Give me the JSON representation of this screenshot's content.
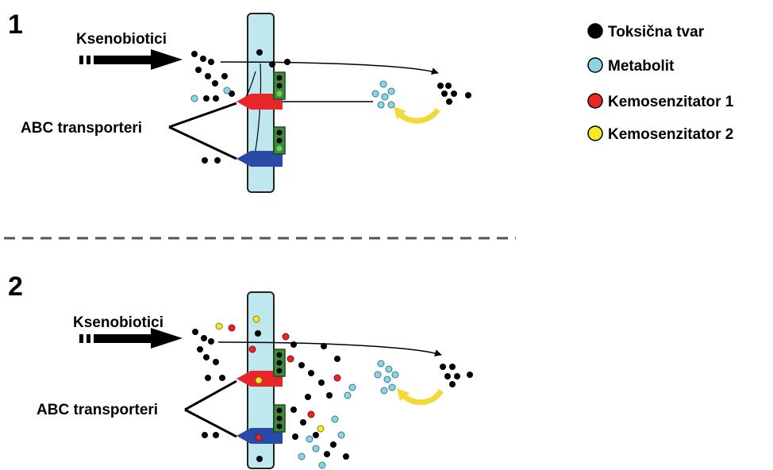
{
  "panels": [
    {
      "number": "1",
      "xeno_label": "Ksenobiotici",
      "abc_label": "ABC transporteri"
    },
    {
      "number": "2",
      "xeno_label": "Ksenobiotici",
      "abc_label": "ABC transporteri"
    }
  ],
  "legend": [
    {
      "label": "Toksična tvar",
      "color": "#000000"
    },
    {
      "label": "Metabolit",
      "color": "#8fd3e0"
    },
    {
      "label": "Kemosenzitator 1",
      "color": "#e8262a"
    },
    {
      "label": "Kemosenzitator 2",
      "color": "#f2ea22"
    }
  ],
  "colors": {
    "membrane": "#bfe8ee",
    "transporter_red": "#e8262a",
    "transporter_blue": "#2a4aa8",
    "receptor_green": "#3f8a3a",
    "curved_arrow": "#f2d93a",
    "divider": "#555555"
  }
}
